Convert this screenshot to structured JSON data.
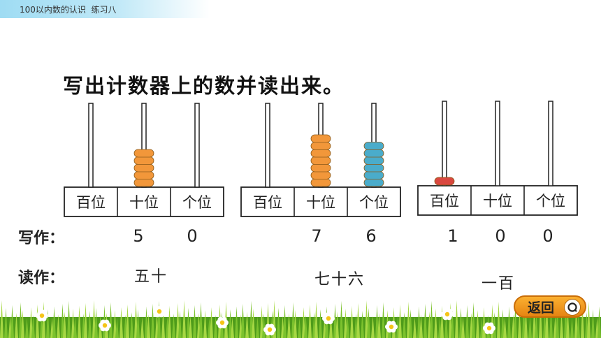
{
  "header": {
    "title": "100以内数的认识  练习八"
  },
  "instruction": "写出计数器上的数并读出来。",
  "labels": {
    "write": "写作：",
    "read": "读作："
  },
  "abaci": [
    {
      "places": [
        "百位",
        "十位",
        "个位"
      ],
      "beads": [
        0,
        5,
        0
      ],
      "written": [
        "",
        "5",
        "0"
      ],
      "reading": "五十",
      "bead_color": "#f2973a"
    },
    {
      "places": [
        "百位",
        "十位",
        "个位"
      ],
      "beads": [
        0,
        7,
        6
      ],
      "written": [
        "",
        "7",
        "6"
      ],
      "reading": "七十六",
      "bead_color": "#f2973a",
      "ones_color": "#4aaccb"
    },
    {
      "places": [
        "百位",
        "十位",
        "个位"
      ],
      "beads": [
        1,
        0,
        0
      ],
      "written": [
        "1",
        "0",
        "0"
      ],
      "reading": "一百",
      "bead_color": "#d9473f"
    }
  ],
  "back_button": {
    "label": "返回",
    "icon": "search-icon"
  }
}
